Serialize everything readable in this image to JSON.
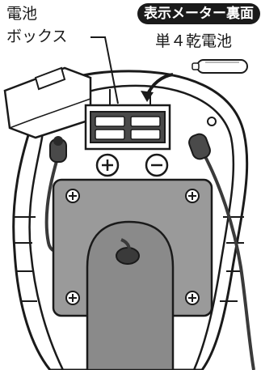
{
  "labels": {
    "battery_box_line1": "電池",
    "battery_box_line2": "ボックス",
    "rear_view_badge": "表示メーター裏面",
    "battery_type": "単４乾電池"
  }
}
